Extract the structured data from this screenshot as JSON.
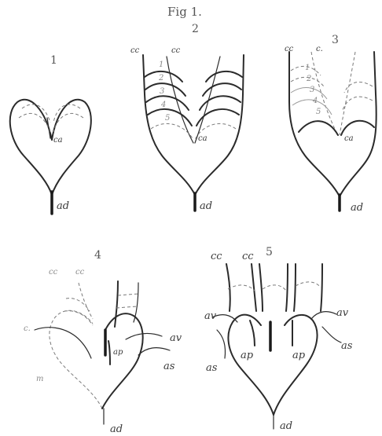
{
  "plate": {
    "title": "Fig 1.",
    "figures": [
      {
        "number": "1",
        "labels": {
          "ca": "ca",
          "ad": "ad"
        }
      },
      {
        "number": "2",
        "labels": {
          "cc_left": "cc",
          "cc_right": "cc",
          "ca": "ca",
          "ad": "ad",
          "loops": [
            "1",
            "2",
            "3",
            "4",
            "5"
          ]
        }
      },
      {
        "number": "3",
        "labels": {
          "cc_left": "cc",
          "cc_right": "c.",
          "ca": "ca",
          "ad": "ad",
          "loops": [
            "1",
            "2",
            "3",
            "4",
            "5"
          ]
        }
      },
      {
        "number": "4",
        "labels": {
          "cc_left": "cc",
          "cc_right": "cc",
          "c_side": "c.",
          "av": "av",
          "as": "as",
          "ap": "ap",
          "m": "m",
          "ad": "ad"
        }
      },
      {
        "number": "5",
        "labels": {
          "cc_left": "cc",
          "cc_right": "cc",
          "av_left": "av",
          "av_right": "av",
          "as_left": "as",
          "as_right": "as",
          "ap_left": "ap",
          "ap_right": "ap",
          "ad": "ad"
        }
      }
    ]
  }
}
